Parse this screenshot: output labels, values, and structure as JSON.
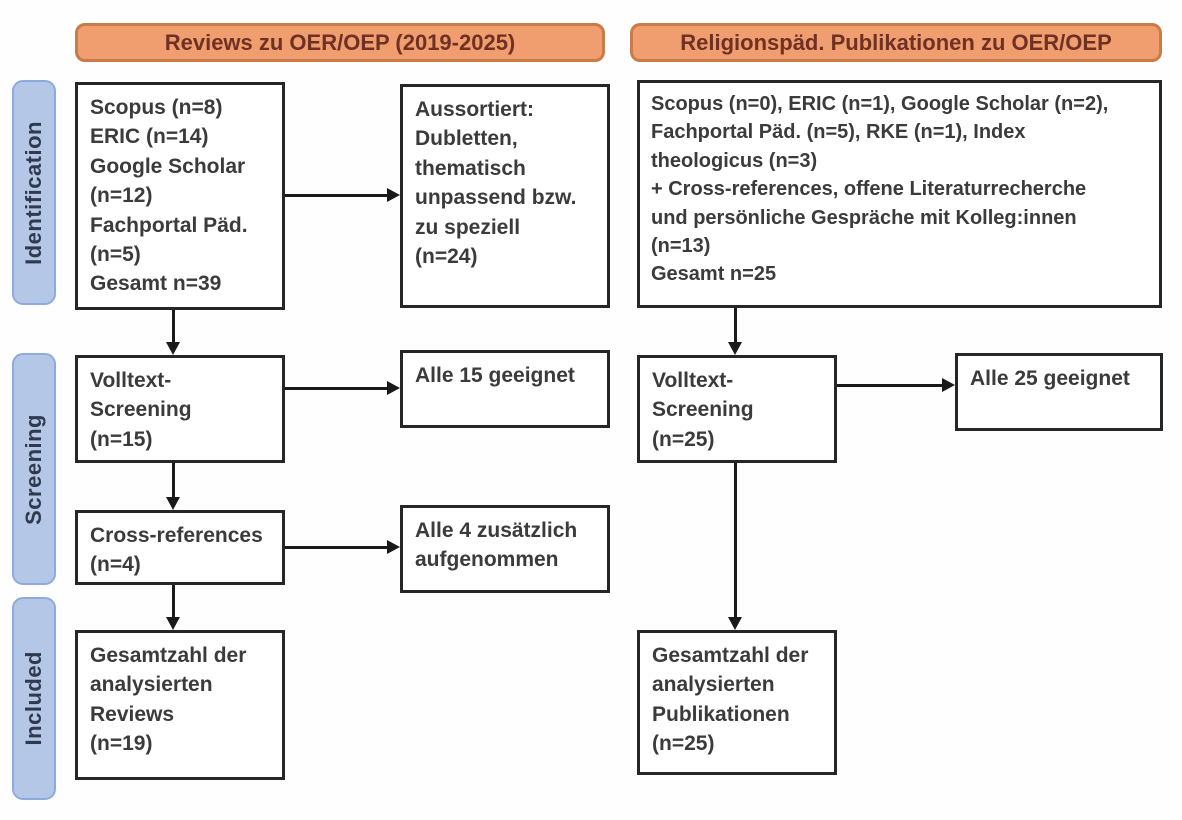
{
  "headers": {
    "left": "Reviews zu OER/OEP (2019-2025)",
    "right": "Religionspäd. Publikationen zu OER/OEP"
  },
  "stage_labels": {
    "identification": "Identification",
    "screening": "Screening",
    "included": "Included"
  },
  "left_flow": {
    "sources": "Scopus (n=8)\nERIC (n=14)\nGoogle Scholar\n(n=12)\nFachportal Päd.\n(n=5)\nGesamt n=39",
    "excluded": "Aussortiert:\nDubletten,\nthematisch\nunpassend bzw.\nzu speziell\n(n=24)",
    "fulltext_screening": "Volltext-\nScreening\n(n=15)",
    "fulltext_result": "Alle 15 geeignet",
    "cross_references": "Cross-references\n(n=4)",
    "cross_references_result": "Alle 4 zusätzlich\naufgenommen",
    "included_total": "Gesamtzahl der\nanalysierten\nReviews\n(n=19)"
  },
  "right_flow": {
    "sources": "Scopus (n=0), ERIC (n=1), Google Scholar (n=2),\nFachportal Päd. (n=5), RKE (n=1), Index\ntheologicus (n=3)\n+ Cross-references, offene Literaturrecherche\nund persönliche Gespräche mit Kolleg:innen\n(n=13)\nGesamt n=25",
    "fulltext_screening": "Volltext-\nScreening\n(n=25)",
    "fulltext_result": "Alle 25 geeignet",
    "included_total": "Gesamtzahl der\nanalysierten\nPublikationen\n(n=25)"
  },
  "colors": {
    "header_fill": "#F09E6F",
    "header_border": "#C97B4A",
    "header_text": "#6F3124",
    "stage_fill": "#B4C7E7",
    "stage_border": "#8FAADC",
    "stage_text": "#2E3B4E",
    "box_border": "#262626",
    "box_text": "#3B3B3B",
    "arrow": "#1A1A1A"
  }
}
